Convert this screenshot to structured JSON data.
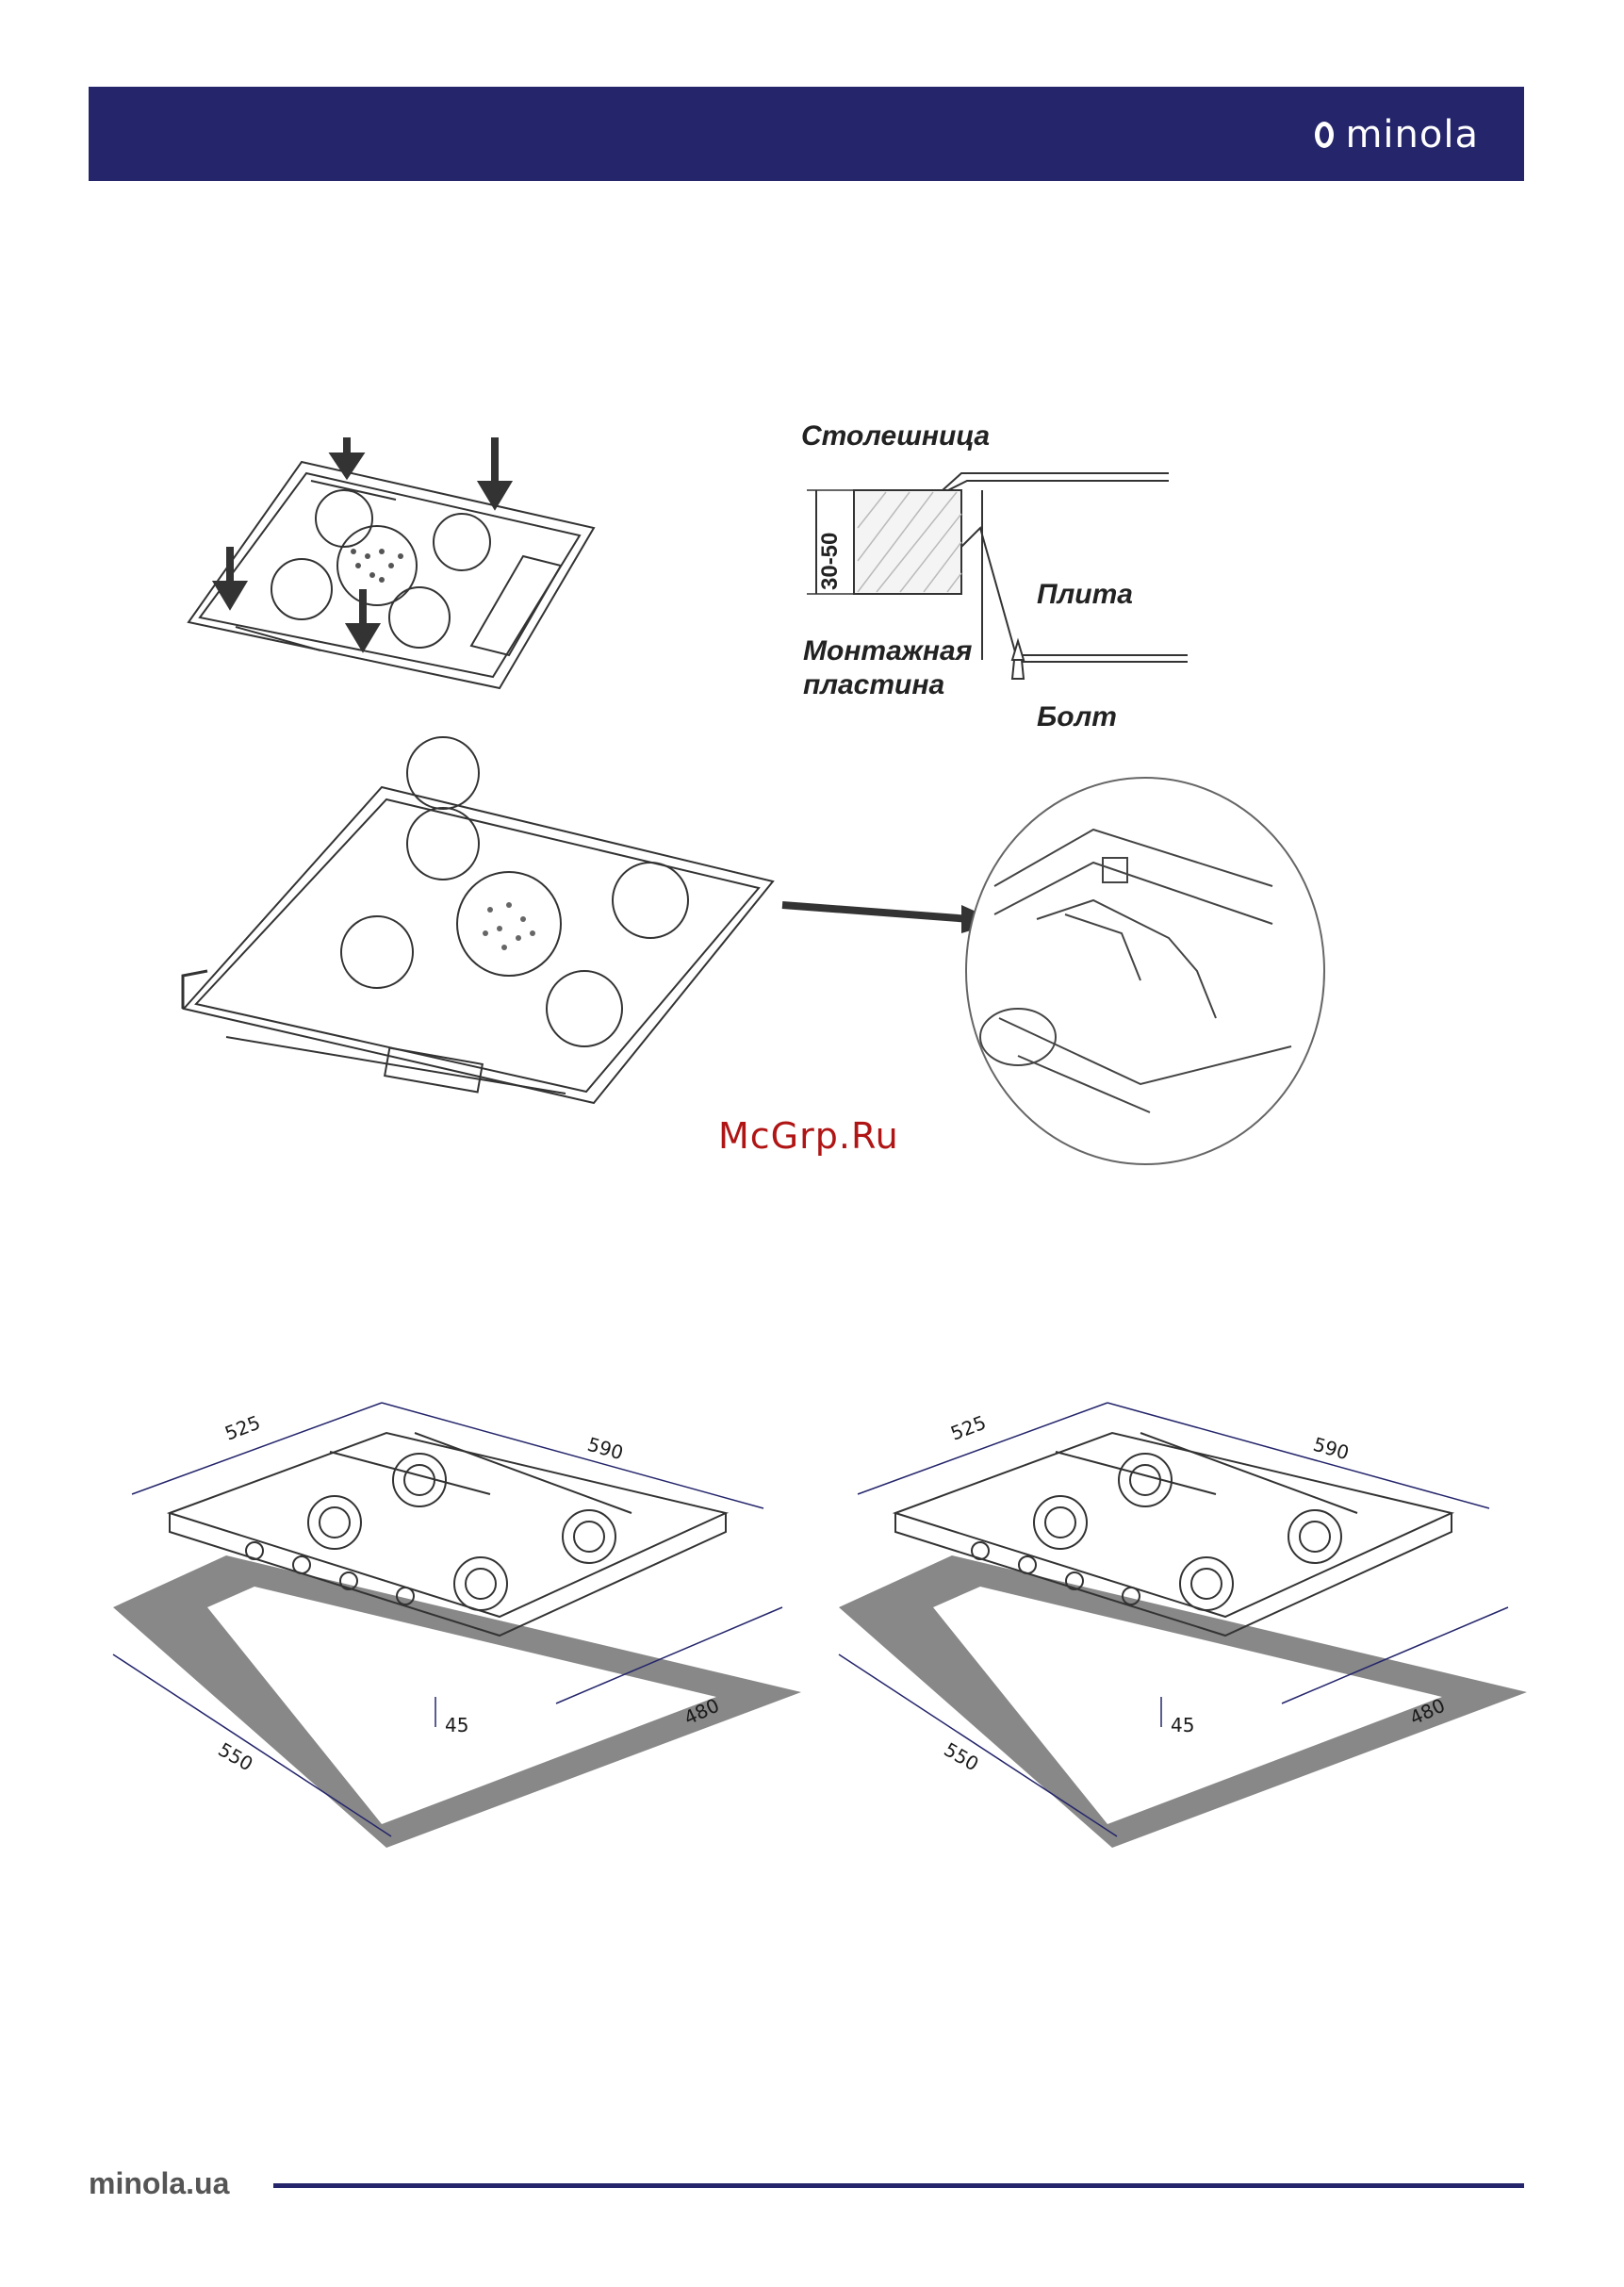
{
  "header": {
    "brand": "minola",
    "brand_color": "#24256b"
  },
  "mounting_diagram": {
    "countertop_label": "Столешница",
    "thickness_label": "30-50",
    "hob_label": "Плита",
    "mounting_plate_label": "Монтажная",
    "mounting_plate_label_2": "пластина",
    "bolt_label": "Болт"
  },
  "watermark": {
    "text": "McGrp.Ru",
    "color": "#b01515"
  },
  "cutout_left": {
    "depth": "525",
    "width": "590",
    "cut_width": "550",
    "cut_depth": "480",
    "gap": "45"
  },
  "cutout_right": {
    "depth": "525",
    "width": "590",
    "cut_width": "550",
    "cut_depth": "480",
    "gap": "45"
  },
  "footer": {
    "site": "minola.ua"
  }
}
